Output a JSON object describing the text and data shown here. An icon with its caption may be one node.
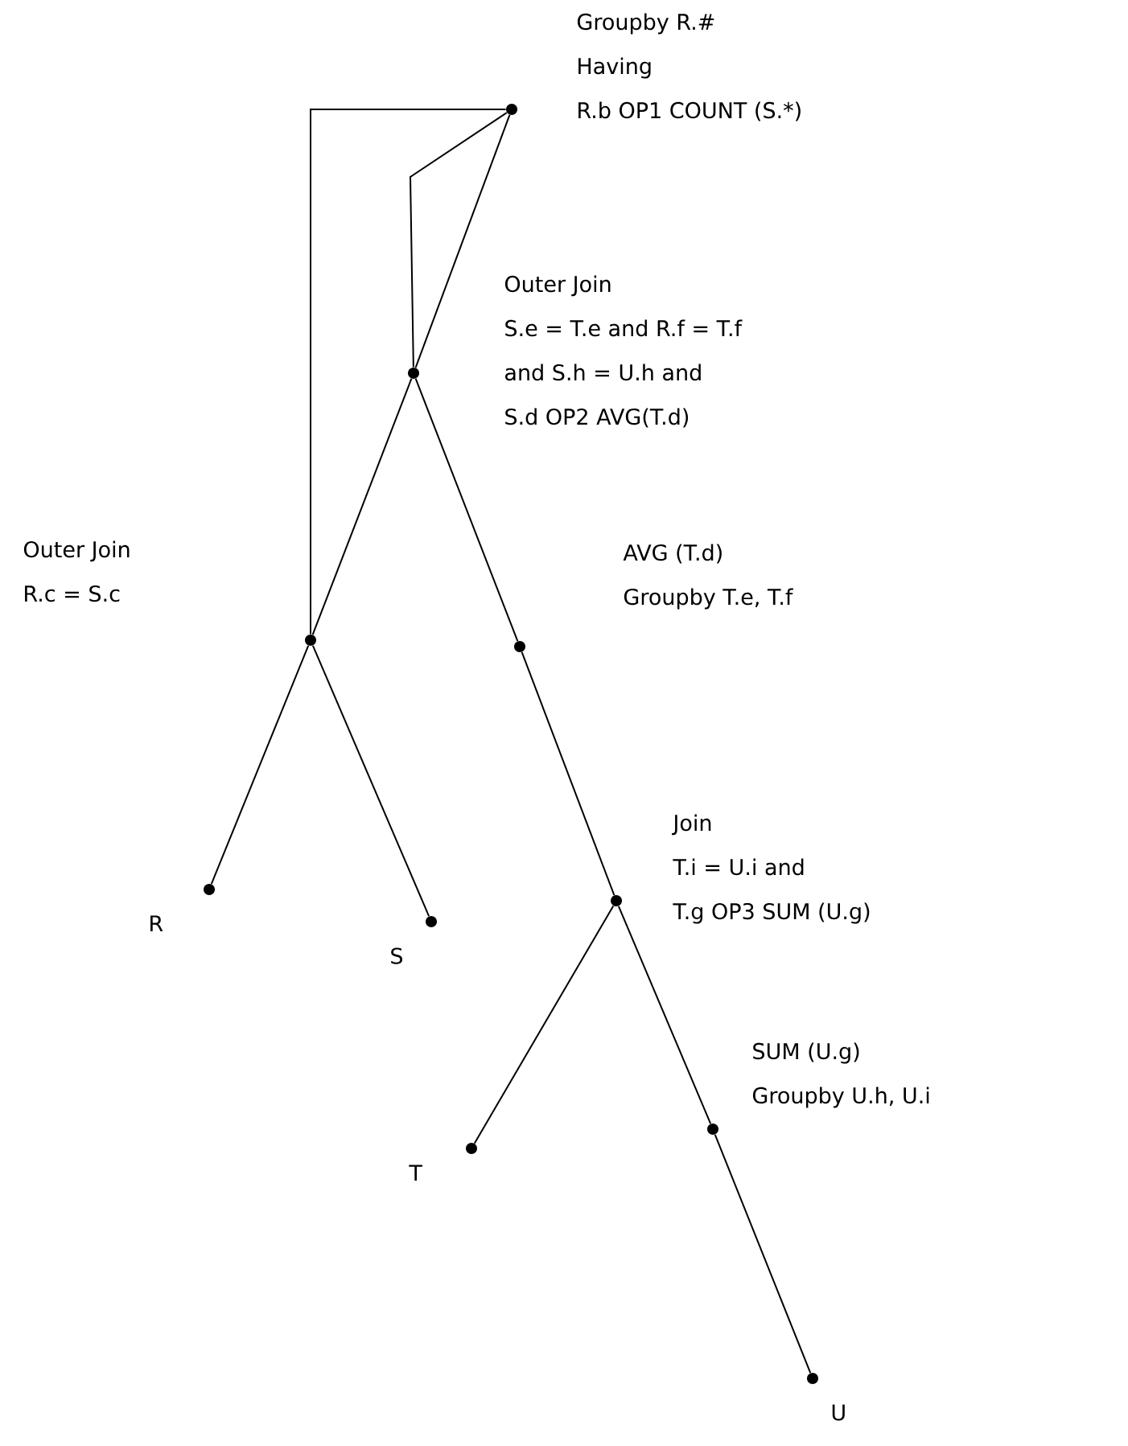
{
  "diagram": {
    "nodes": [
      {
        "text": [],
        "shape": "circle",
        "beside": [
          "Groupby R.#",
          "Having",
          "R.b OP1 COUNT (S.*)"
        ]
      },
      {
        "text": [],
        "shape": "circle",
        "beside": [
          "Outer Join",
          "S.e = T.e and R.f = T.f",
          "and S.h = U.h and",
          "S.d OP2 AVG(T.d)"
        ]
      },
      {
        "text": [],
        "shape": "circle",
        "beside": [
          "Outer Join",
          "R.c = S.c"
        ]
      },
      {
        "text": [],
        "shape": "circle",
        "beside": [
          "R"
        ]
      },
      {
        "text": [],
        "shape": "circle",
        "beside": [
          "S"
        ]
      },
      {
        "text": [],
        "shape": "circle",
        "beside": [
          "AVG (T.d)",
          "Groupby T.e, T.f"
        ]
      },
      {
        "text": [],
        "shape": "circle",
        "beside": [
          "Join",
          "T.i = U.i and",
          "T.g OP3 SUM (U.g)"
        ]
      },
      {
        "text": [],
        "shape": "circle",
        "beside": [
          "T"
        ]
      },
      {
        "text": [],
        "shape": "circle",
        "beside": [
          "SUM (U.g)",
          "Groupby U.h, U.i"
        ]
      },
      {
        "text": [],
        "shape": "circle",
        "beside": [
          "U"
        ]
      }
    ],
    "edges": [
      {
        "from": 0,
        "to": 1,
        "arrow": "none"
      },
      {
        "from": 1,
        "to": 2,
        "arrow": "none"
      },
      {
        "from": 2,
        "to": 3,
        "arrow": "none"
      },
      {
        "from": 2,
        "to": 4,
        "arrow": "none"
      },
      {
        "from": 1,
        "to": 5,
        "arrow": "none"
      },
      {
        "from": 5,
        "to": 6,
        "arrow": "none"
      },
      {
        "from": 6,
        "to": 7,
        "arrow": "none"
      },
      {
        "from": 6,
        "to": 8,
        "arrow": "none"
      },
      {
        "from": 8,
        "to": 9,
        "arrow": "none"
      },
      {
        "from": 0,
        "to": 1,
        "arrow": "none"
      },
      {
        "from": 0,
        "to": 2,
        "arrow": "none"
      }
    ]
  }
}
